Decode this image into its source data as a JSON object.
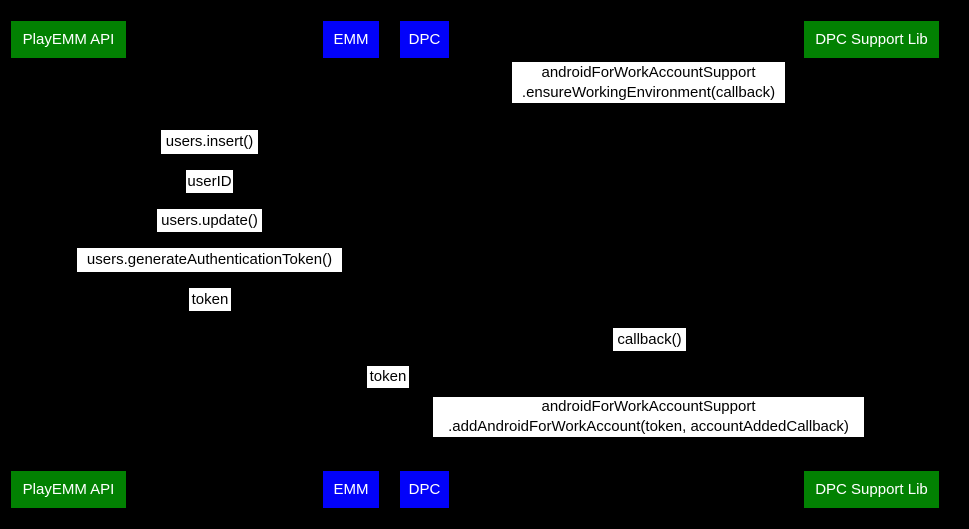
{
  "diagram": {
    "type": "sequence-diagram",
    "background_color": "#000000",
    "label_box_color": "#ffffff",
    "label_text_color": "#000000",
    "actor_text_color": "#ffffff",
    "actor_green_color": "#028102",
    "actor_blue_color": "#0202fa",
    "actors": [
      {
        "label": "PlayEMM API",
        "color": "#028102"
      },
      {
        "label": "EMM",
        "color": "#0202fa"
      },
      {
        "label": "DPC",
        "color": "#0202fa"
      },
      {
        "label": "DPC Support Lib",
        "color": "#028102"
      }
    ],
    "messages": [
      {
        "lines": [
          "androidForWorkAccountSupport",
          ".ensureWorkingEnvironment(callback)"
        ]
      },
      {
        "lines": [
          "users.insert()"
        ]
      },
      {
        "lines": [
          "userID"
        ]
      },
      {
        "lines": [
          "users.update()"
        ]
      },
      {
        "lines": [
          "users.generateAuthenticationToken()"
        ]
      },
      {
        "lines": [
          "token"
        ]
      },
      {
        "lines": [
          "callback()"
        ]
      },
      {
        "lines": [
          "token"
        ]
      },
      {
        "lines": [
          "androidForWorkAccountSupport",
          ".addAndroidForWorkAccount(token, accountAddedCallback)"
        ]
      }
    ]
  }
}
